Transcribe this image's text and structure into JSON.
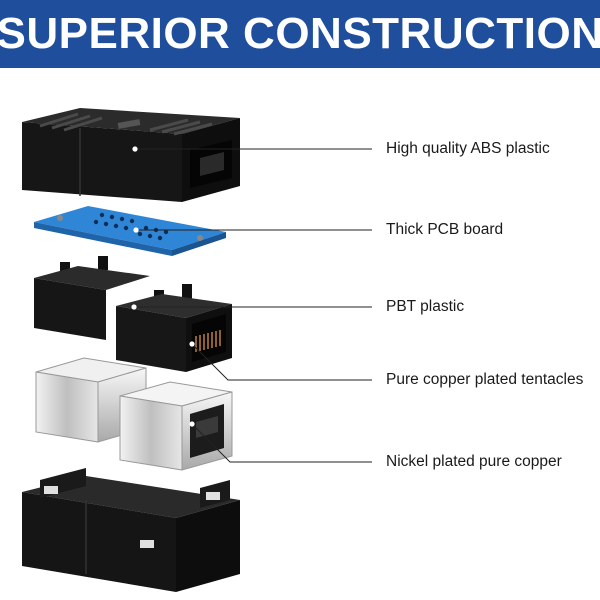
{
  "header": {
    "title": "SUPERIOR CONSTRUCTION",
    "background_color": "#1f4e9c",
    "text_color": "#ffffff"
  },
  "callouts": [
    {
      "label": "High quality ABS plastic",
      "part": "outer-housing-top"
    },
    {
      "label": "Thick PCB board",
      "part": "pcb-board"
    },
    {
      "label": "PBT plastic",
      "part": "pbt-jack-housing"
    },
    {
      "label": "Pure copper plated tentacles",
      "part": "copper-contacts"
    },
    {
      "label": "Nickel plated pure copper",
      "part": "metal-shield"
    }
  ],
  "colors": {
    "housing": "#1b1b1b",
    "pcb": "#2f86d6",
    "shield": "#d9d9d9"
  }
}
